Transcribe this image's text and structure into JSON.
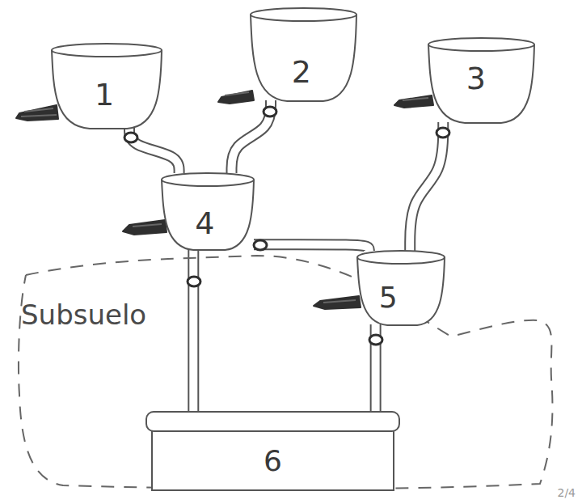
{
  "diagram": {
    "nodes": [
      {
        "text": [
          "1"
        ]
      },
      {
        "text": [
          "2"
        ]
      },
      {
        "text": [
          "3"
        ]
      },
      {
        "text": [
          "4"
        ]
      },
      {
        "text": [
          "Subsuelo"
        ]
      },
      {
        "text": [
          "5"
        ]
      },
      {
        "text": [
          "6"
        ],
        "in": 4
      }
    ],
    "edges": [
      {
        "from": 0,
        "to": 3,
        "arrow": "none"
      },
      {
        "from": 1,
        "to": 3,
        "arrow": "none"
      },
      {
        "from": 2,
        "to": 5,
        "arrow": "none"
      },
      {
        "from": 3,
        "to": 5,
        "arrow": "none"
      },
      {
        "from": 3,
        "to": 6,
        "arrow": "none"
      },
      {
        "from": 5,
        "to": 6,
        "arrow": "none"
      }
    ],
    "labels": [
      "2/4"
    ]
  }
}
